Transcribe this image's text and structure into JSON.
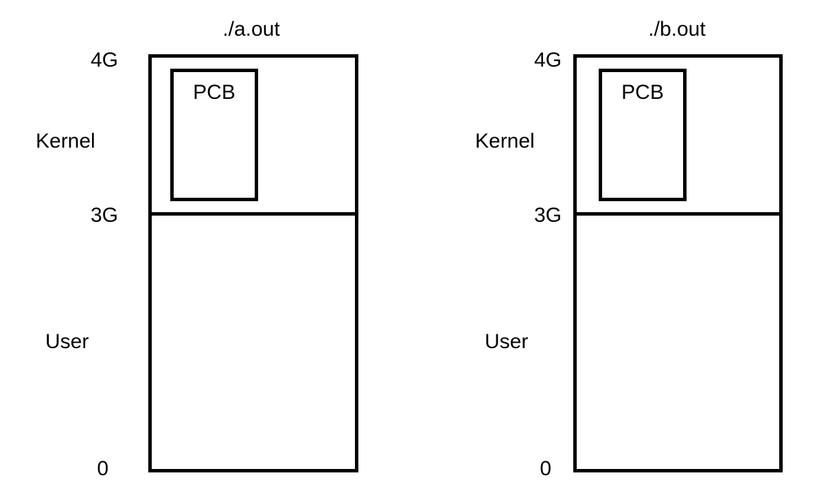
{
  "processes": [
    {
      "title": "./a.out",
      "labels": {
        "top": "4G",
        "kernel": "Kernel",
        "boundary": "3G",
        "user": "User",
        "bottom": "0"
      },
      "pcb": "PCB"
    },
    {
      "title": "./b.out",
      "labels": {
        "top": "4G",
        "kernel": "Kernel",
        "boundary": "3G",
        "user": "User",
        "bottom": "0"
      },
      "pcb": "PCB"
    }
  ]
}
